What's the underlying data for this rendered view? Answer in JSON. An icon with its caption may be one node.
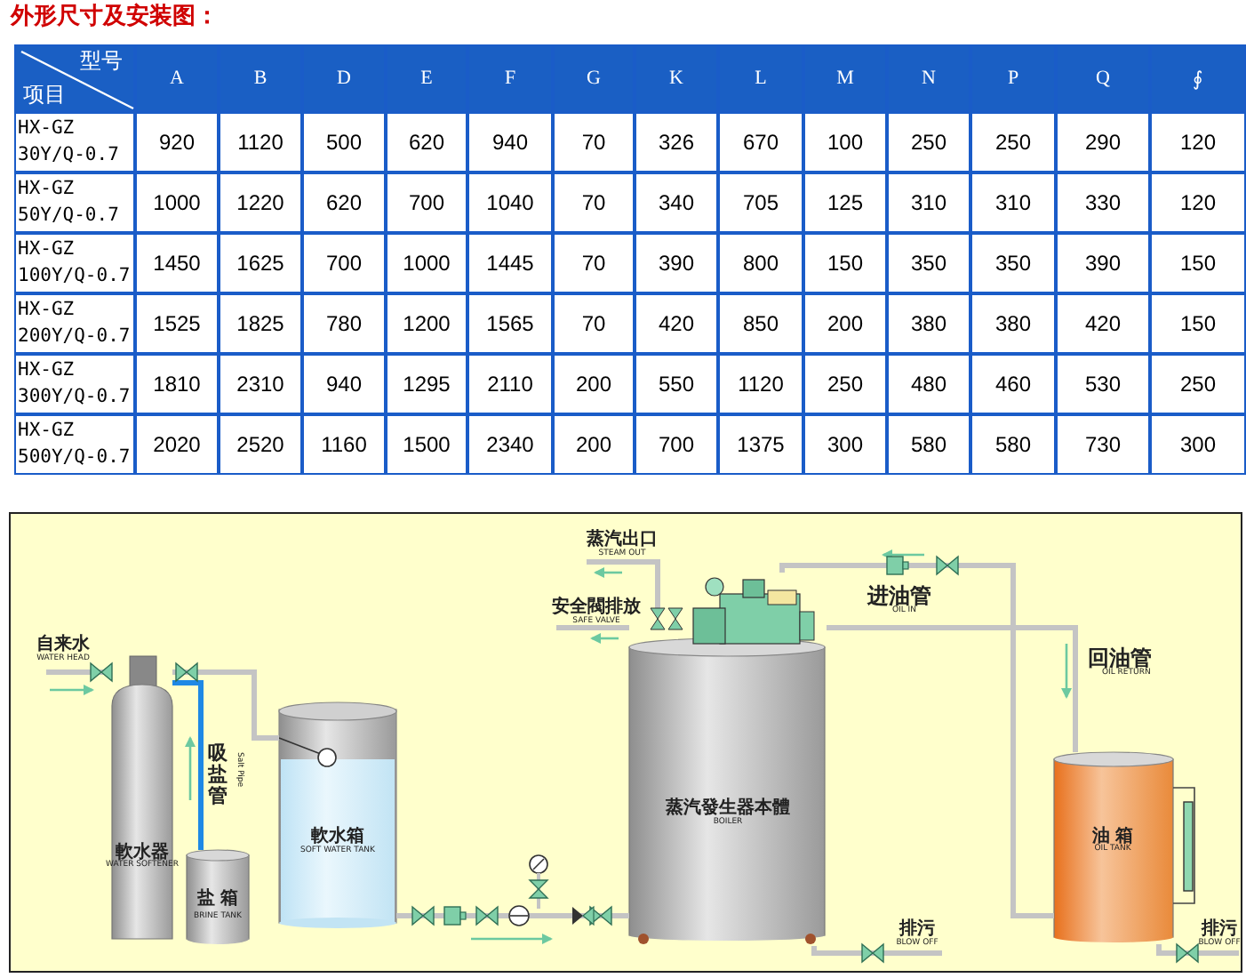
{
  "diagram": {
    "title": "外形尺寸及安装图：",
    "nodes": [
      {
        "text": [
          "軟水器",
          "WATER SOFTENER"
        ]
      },
      {
        "text": [
          "盐 箱",
          "BRINE TANK"
        ]
      },
      {
        "text": [
          "軟水箱",
          "SOFT WATER TANK"
        ]
      },
      {
        "text": [
          "蒸汽發生器本體",
          "BOILER"
        ]
      },
      {
        "text": [
          "油 箱",
          "OIL TANK"
        ]
      },
      {
        "text": [
          "自来水",
          "WATER HEAD"
        ]
      },
      {
        "text": [
          "蒸汽出口",
          "STEAM OUT"
        ]
      },
      {
        "text": [
          "安全閥排放",
          "SAFE VALVE"
        ]
      },
      {
        "text": [
          "排污",
          "BLOW OFF"
        ]
      },
      {
        "text": [
          "排污",
          "BLOW OFF"
        ]
      }
    ],
    "edges": [
      {
        "from": 5,
        "to": 0,
        "arrow": "none"
      },
      {
        "from": 0,
        "to": 2,
        "arrow": "none"
      },
      {
        "from": 1,
        "to": 0,
        "arrow": "none",
        "color": "#1e88e5"
      },
      {
        "from": 2,
        "to": 3,
        "arrow": "to"
      },
      {
        "from": 4,
        "to": 3,
        "arrow": "none"
      },
      {
        "from": 3,
        "to": 4,
        "arrow": "none"
      },
      {
        "from": 3,
        "to": 6,
        "arrow": "none"
      },
      {
        "from": 3,
        "to": 7,
        "arrow": "none"
      },
      {
        "from": 3,
        "to": 8,
        "arrow": "none"
      },
      {
        "from": 4,
        "to": 9,
        "arrow": "none"
      }
    ],
    "labels": [
      "型号",
      "项目",
      "A",
      "B",
      "D",
      "E",
      "F",
      "G",
      "K",
      "L",
      "M",
      "N",
      "P",
      "Q",
      "∮",
      "HX-GZ 30Y/Q-0.7",
      "920",
      "1120",
      "500",
      "620",
      "940",
      "70",
      "326",
      "670",
      "100",
      "250",
      "250",
      "290",
      "120",
      "HX-GZ 50Y/Q-0.7",
      "1000",
      "1220",
      "620",
      "700",
      "1040",
      "70",
      "340",
      "705",
      "125",
      "310",
      "310",
      "330",
      "120",
      "HX-GZ 100Y/Q-0.7",
      "1450",
      "1625",
      "700",
      "1000",
      "1445",
      "70",
      "390",
      "800",
      "150",
      "350",
      "350",
      "390",
      "150",
      "HX-GZ 200Y/Q-0.7",
      "1525",
      "1825",
      "780",
      "1200",
      "1565",
      "70",
      "420",
      "850",
      "200",
      "380",
      "380",
      "420",
      "150",
      "HX-GZ 300Y/Q-0.7",
      "1810",
      "2310",
      "940",
      "1295",
      "2110",
      "200",
      "550",
      "1120",
      "250",
      "480",
      "460",
      "530",
      "250",
      "HX-GZ 500Y/Q-0.7",
      "2020",
      "2520",
      "1160",
      "1500",
      "2340",
      "200",
      "700",
      "1375",
      "300",
      "580",
      "580",
      "730",
      "300",
      "吸盐管",
      "Salt Pipe",
      "进油管",
      "OIL IN",
      "回油管",
      "OIL RETURN"
    ]
  }
}
